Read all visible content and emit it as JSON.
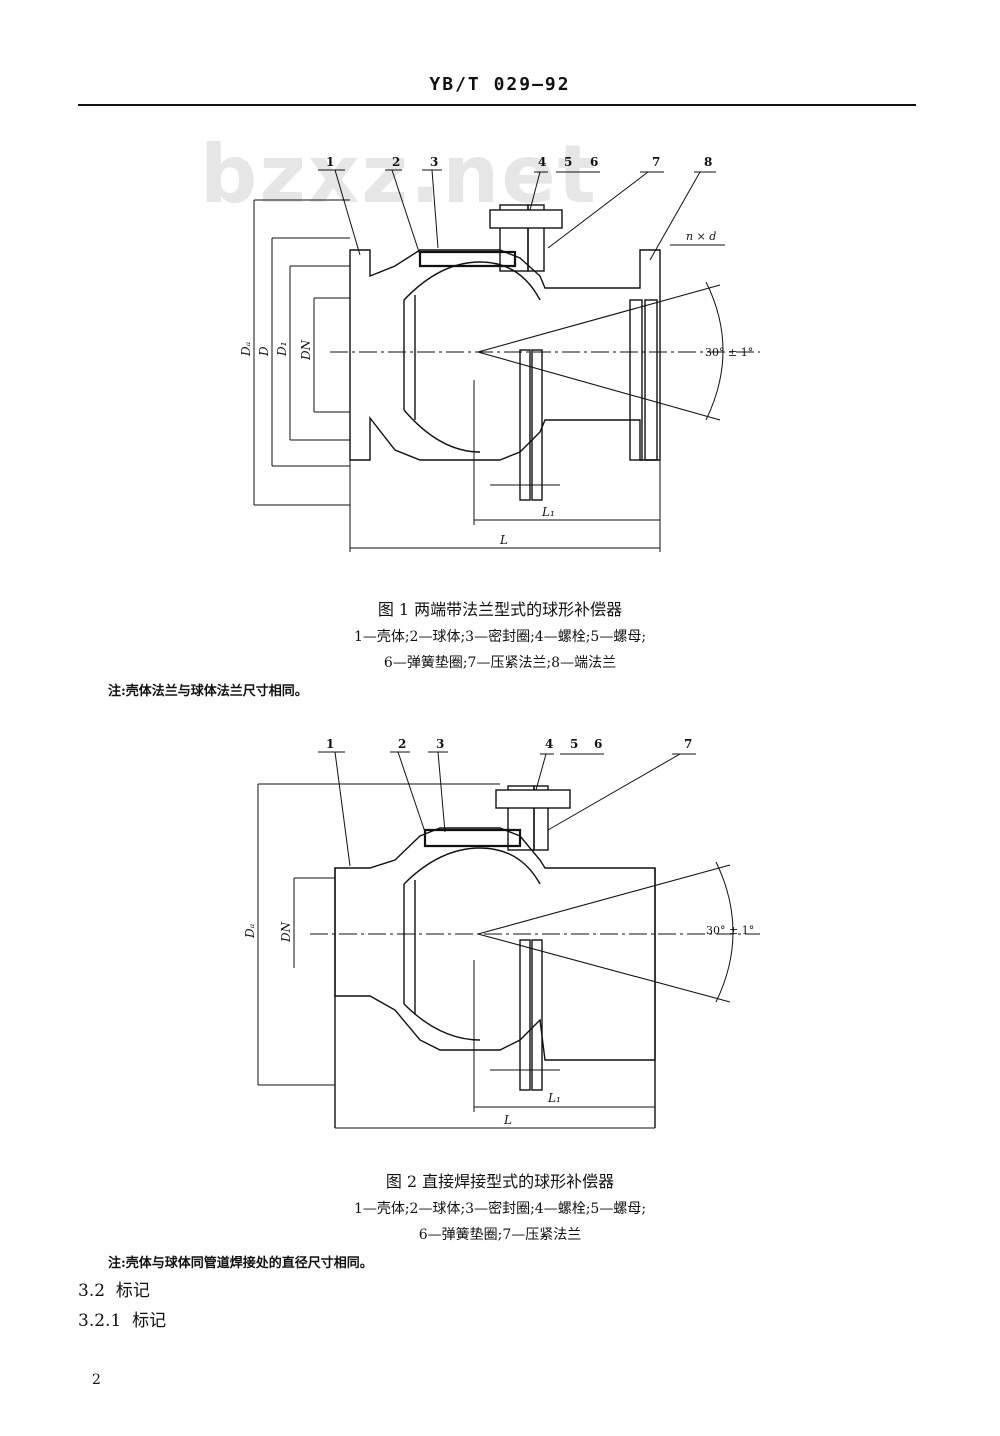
{
  "header": {
    "standard_code": "YB/T 029—92"
  },
  "watermark": "bzxz.net",
  "figure1": {
    "callouts": [
      "1",
      "2",
      "3",
      "4",
      "5",
      "6",
      "7",
      "8"
    ],
    "dims": {
      "Dw": "Dₐ",
      "D": "D",
      "D1": "D₁",
      "DN": "DN",
      "nxd": "n × d",
      "angle": "30° ± 1°",
      "L1": "L₁",
      "L": "L"
    },
    "caption": "图 1   两端带法兰型式的球形补偿器",
    "legend_line1": "1—壳体;2—球体;3—密封圈;4—螺栓;5—螺母;",
    "legend_line2": "6—弹簧垫圈;7—压紧法兰;8—端法兰",
    "note": "注:壳体法兰与球体法兰尺寸相同。"
  },
  "figure2": {
    "callouts": [
      "1",
      "2",
      "3",
      "4",
      "5",
      "6",
      "7"
    ],
    "dims": {
      "Dw": "Dₐ",
      "DN": "DN",
      "angle": "30° ± 1°",
      "L1": "L₁",
      "L": "L"
    },
    "caption": "图 2   直接焊接型式的球形补偿器",
    "legend_line1": "1—壳体;2—球体;3—密封圈;4—螺栓;5—螺母;",
    "legend_line2": "6—弹簧垫圈;7—压紧法兰",
    "note": "注:壳体与球体同管道焊接处的直径尺寸相同。"
  },
  "sections": [
    {
      "number": "3.2",
      "title": "标记"
    },
    {
      "number": "3.2.1",
      "title": "标记"
    }
  ],
  "page_number": "2"
}
